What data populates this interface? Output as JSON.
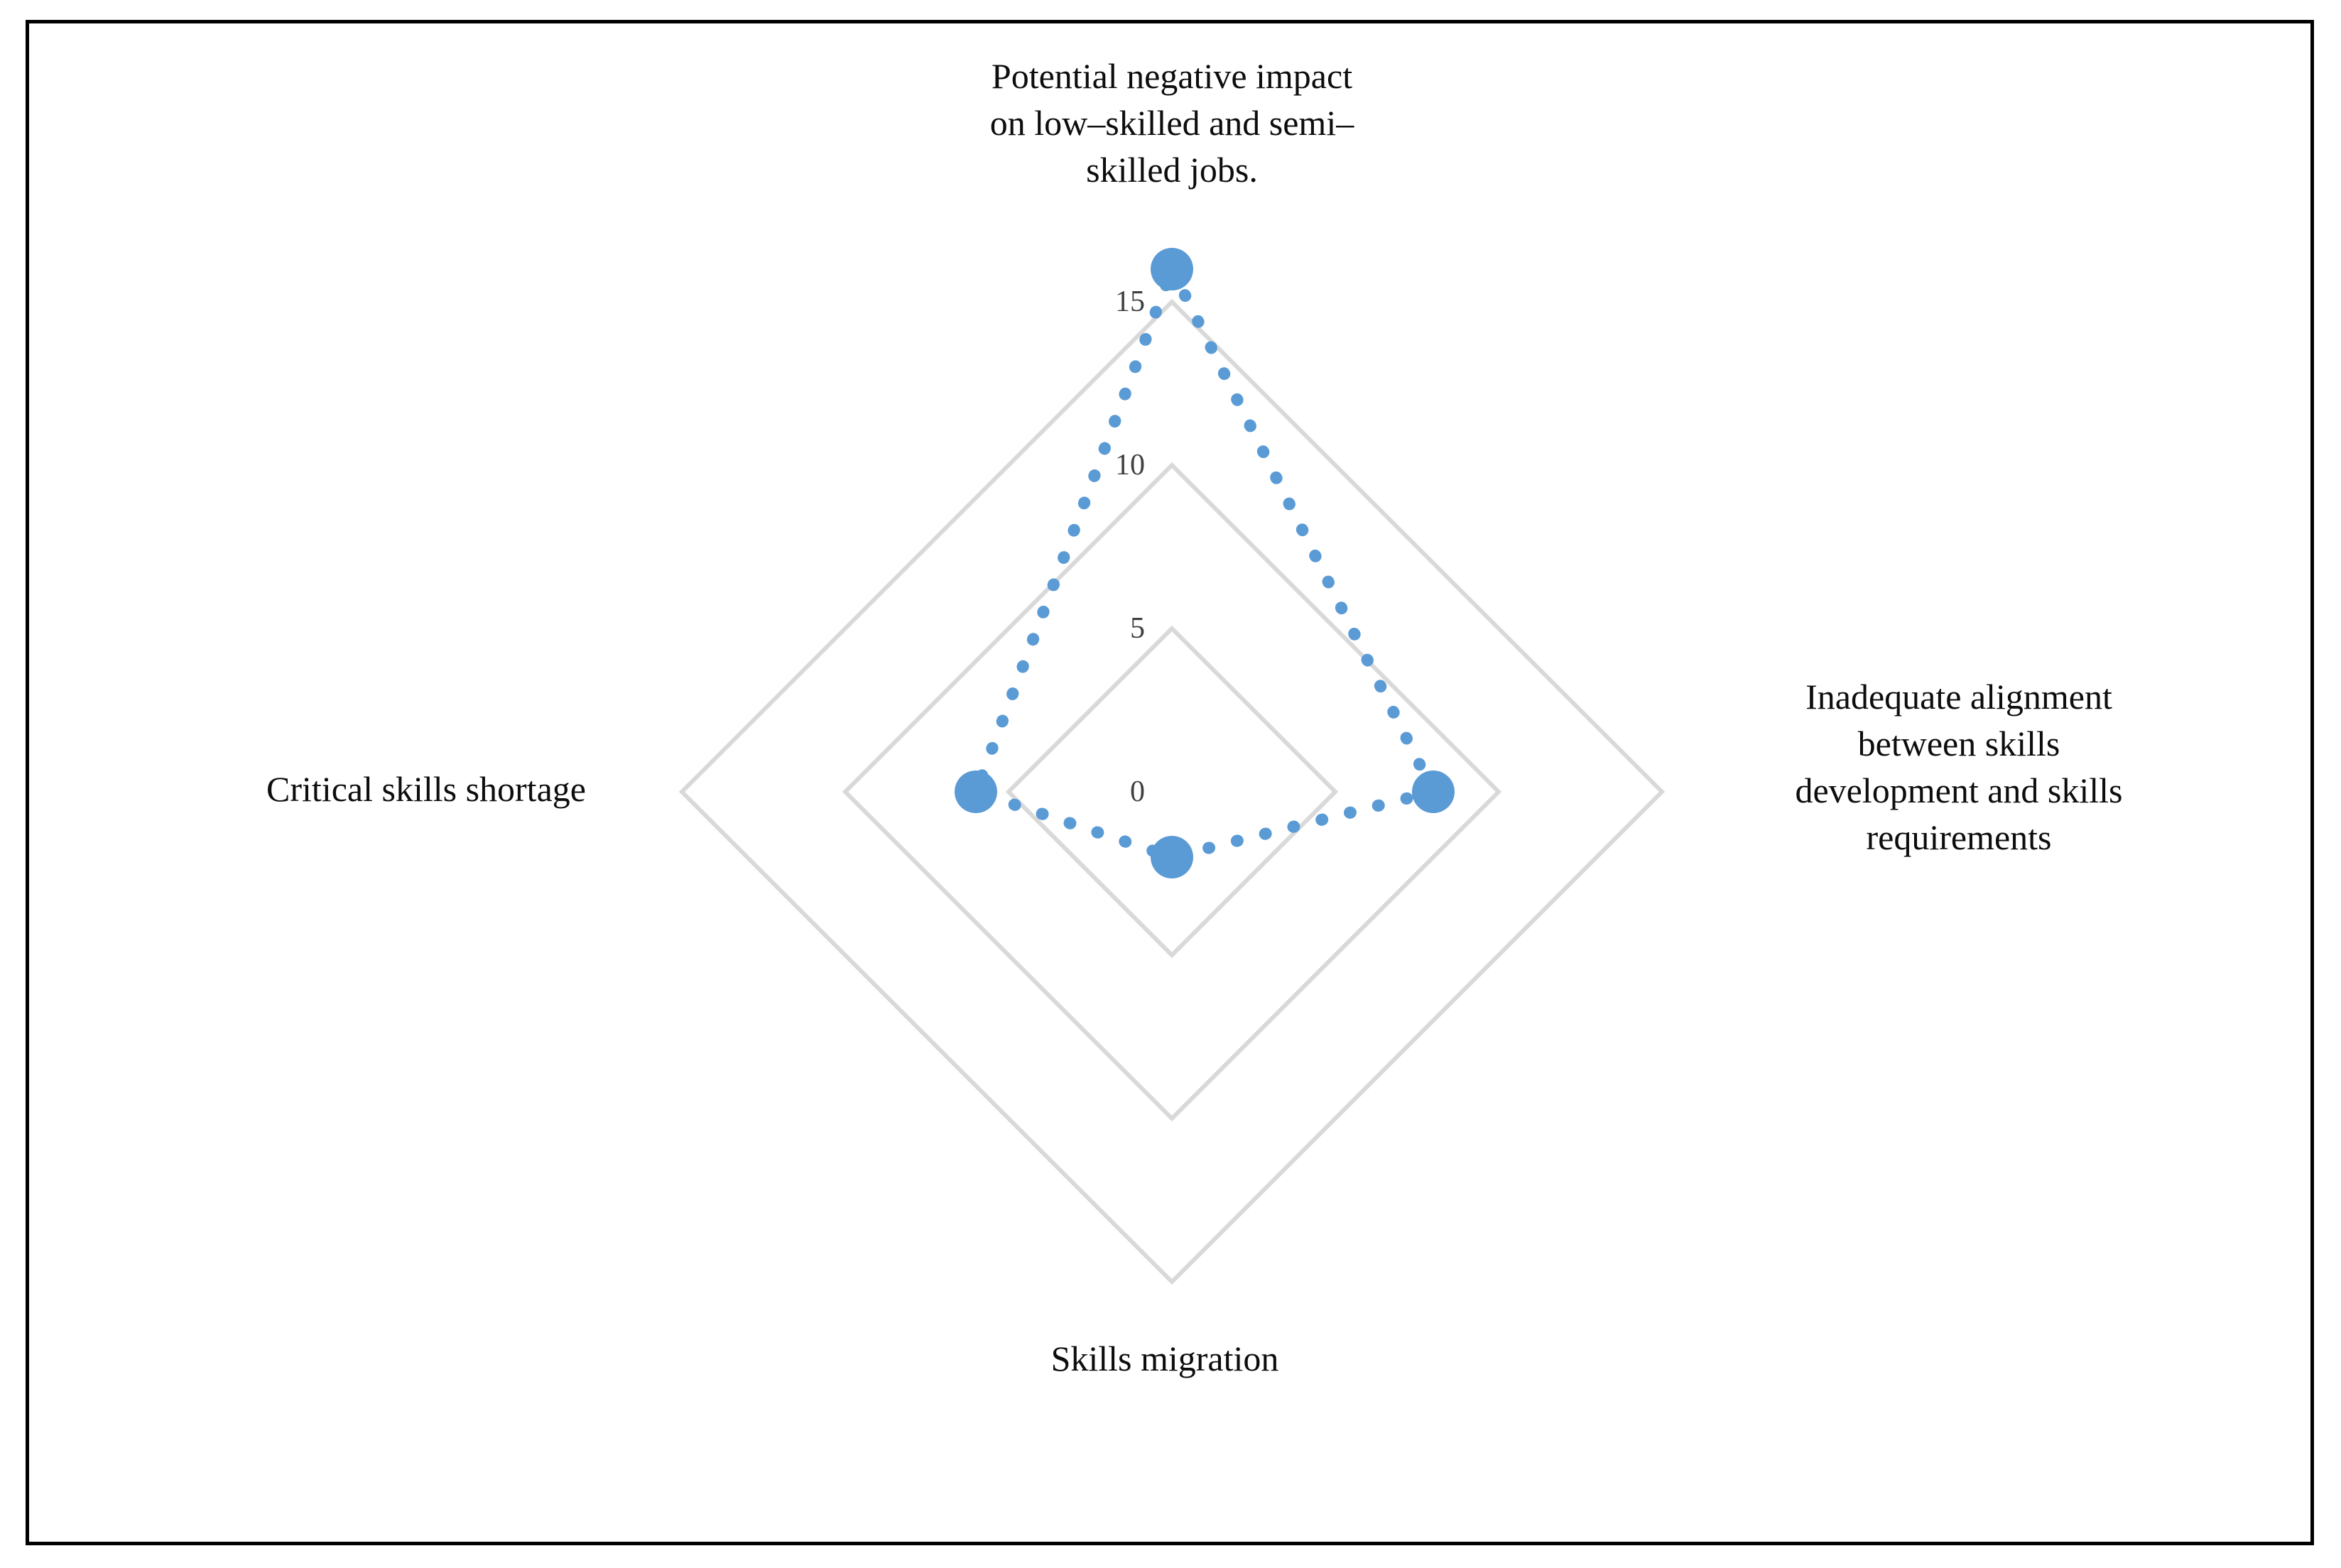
{
  "figure": {
    "background_color": "#ffffff",
    "border_color": "#000000",
    "grid_color": "#d9d9d9",
    "series_color": "#5b9bd5",
    "tick_text_color": "#404040",
    "label_text_color": "#0d0d0d"
  },
  "chart_data": {
    "type": "radar",
    "title": "",
    "categories": [
      "Potential negative impact on low–skilled and semi–skilled jobs.",
      "Inadequate alignment between skills development and skills requirements",
      "Skills migration",
      "Critical skills shortage"
    ],
    "category_lines": {
      "top": "Potential negative impact\non low–skilled and semi–\nskilled jobs.",
      "right": "Inadequate alignment\nbetween skills\ndevelopment and skills\nrequirements",
      "bottom": "Skills migration",
      "left": "Critical skills shortage"
    },
    "values": [
      16,
      8,
      2,
      6
    ],
    "series": [
      {
        "name": "",
        "values": [
          16,
          8,
          2,
          6
        ]
      }
    ],
    "tick_labels": [
      "0",
      "5",
      "10",
      "15"
    ],
    "tick_values": [
      0,
      5,
      10,
      15
    ],
    "rlim": [
      0,
      15
    ],
    "grid": true,
    "legend": "none",
    "line_style": "dotted",
    "marker": "circle",
    "xlabel": "",
    "ylabel": ""
  }
}
